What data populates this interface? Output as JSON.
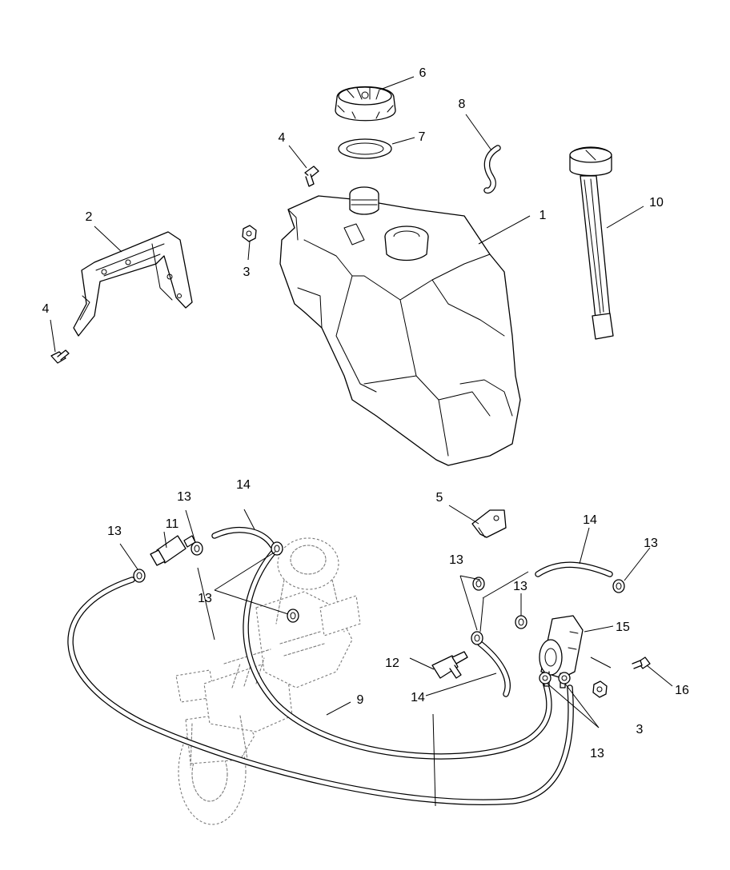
{
  "callouts": [
    {
      "id": "c1",
      "text": "1"
    },
    {
      "id": "c2",
      "text": "2"
    },
    {
      "id": "c3a",
      "text": "3"
    },
    {
      "id": "c3b",
      "text": "3"
    },
    {
      "id": "c4a",
      "text": "4"
    },
    {
      "id": "c4b",
      "text": "4"
    },
    {
      "id": "c5",
      "text": "5"
    },
    {
      "id": "c6",
      "text": "6"
    },
    {
      "id": "c7",
      "text": "7"
    },
    {
      "id": "c8",
      "text": "8"
    },
    {
      "id": "c9",
      "text": "9"
    },
    {
      "id": "c10",
      "text": "10"
    },
    {
      "id": "c11",
      "text": "11"
    },
    {
      "id": "c12",
      "text": "12"
    },
    {
      "id": "c13a",
      "text": "13"
    },
    {
      "id": "c13b",
      "text": "13"
    },
    {
      "id": "c13c",
      "text": "13"
    },
    {
      "id": "c13d",
      "text": "13"
    },
    {
      "id": "c13e",
      "text": "13"
    },
    {
      "id": "c13f",
      "text": "13"
    },
    {
      "id": "c13g",
      "text": "13"
    },
    {
      "id": "c14a",
      "text": "14"
    },
    {
      "id": "c14b",
      "text": "14"
    },
    {
      "id": "c14c",
      "text": "14"
    },
    {
      "id": "c15",
      "text": "15"
    },
    {
      "id": "c16",
      "text": "16"
    }
  ],
  "colors": {
    "line": "#000000",
    "ghost": "#7a7a7a",
    "background": "#ffffff"
  }
}
